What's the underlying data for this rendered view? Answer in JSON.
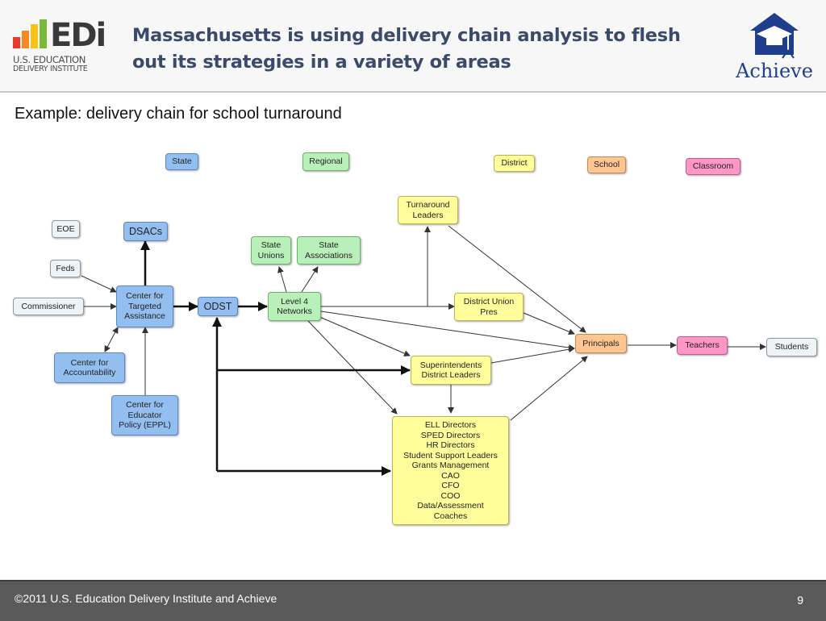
{
  "header": {
    "title": "Massachusetts is using delivery chain analysis to flesh out its strategies in a variety of areas",
    "edi_logo": {
      "mark": "EDi",
      "line1": "U.S. EDUCATION",
      "line2": "DELIVERY INSTITUTE"
    },
    "achieve_logo": {
      "text": "Achieve",
      "icon": "graduation-cap-house-icon"
    }
  },
  "subtitle": "Example: delivery chain for school turnaround",
  "legend": {
    "state": "State",
    "regional": "Regional",
    "district": "District",
    "school": "School",
    "classroom": "Classroom"
  },
  "colors": {
    "state": "#93bff0",
    "regional": "#b9f0b9",
    "district": "#fffe9a",
    "school": "#ffc692",
    "classroom": "#ff97c6",
    "external": "#eef3f6"
  },
  "nodes": {
    "eoe": "EOE",
    "feds": "Feds",
    "commissioner": "Commissioner",
    "dsacs": "DSACs",
    "cta": "Center for\nTargeted\nAssistance",
    "cfa": "Center for\nAccountability",
    "eppl": "Center for\nEducator\nPolicy (EPPL)",
    "odst": "ODST",
    "state_unions": "State\nUnions",
    "state_assoc": "State\nAssociations",
    "l4n": "Level 4\nNetworks",
    "turnaround": "Turnaround\nLeaders",
    "dup": "District Union\nPres",
    "supt": "Superintendents\nDistrict Leaders",
    "directors": "ELL Directors\nSPED Directors\nHR Directors\nStudent Support Leaders\nGrants Management\nCAO\nCFO\nCOO\nData/Assessment\nCoaches",
    "principals": "Principals",
    "teachers": "Teachers",
    "students": "Students"
  },
  "footer": {
    "copyright": "©2011 U.S. Education Delivery Institute and Achieve",
    "page": "9"
  }
}
